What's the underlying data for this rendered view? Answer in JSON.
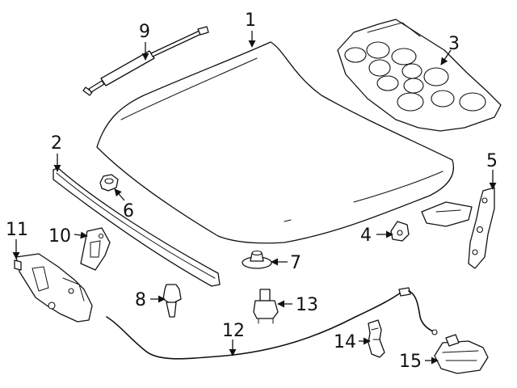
{
  "diagram": {
    "colors": {
      "line": "#111111",
      "background": "#ffffff"
    },
    "callouts": [
      {
        "id": "1",
        "label": "1"
      },
      {
        "id": "2",
        "label": "2"
      },
      {
        "id": "3",
        "label": "3"
      },
      {
        "id": "4",
        "label": "4"
      },
      {
        "id": "5",
        "label": "5"
      },
      {
        "id": "6",
        "label": "6"
      },
      {
        "id": "7",
        "label": "7"
      },
      {
        "id": "8",
        "label": "8"
      },
      {
        "id": "9",
        "label": "9"
      },
      {
        "id": "10",
        "label": "10"
      },
      {
        "id": "11",
        "label": "11"
      },
      {
        "id": "12",
        "label": "12"
      },
      {
        "id": "13",
        "label": "13"
      },
      {
        "id": "14",
        "label": "14"
      },
      {
        "id": "15",
        "label": "15"
      }
    ]
  }
}
